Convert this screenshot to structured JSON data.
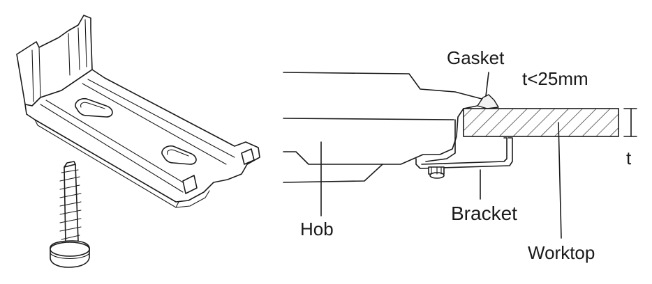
{
  "labels": {
    "gasket": "Gasket",
    "thickness_rule": "t<25mm",
    "thickness_symbol": "t",
    "hob": "Hob",
    "bracket": "Bracket",
    "worktop": "Worktop"
  },
  "colors": {
    "line": "#1a1a1a",
    "background": "#ffffff"
  }
}
